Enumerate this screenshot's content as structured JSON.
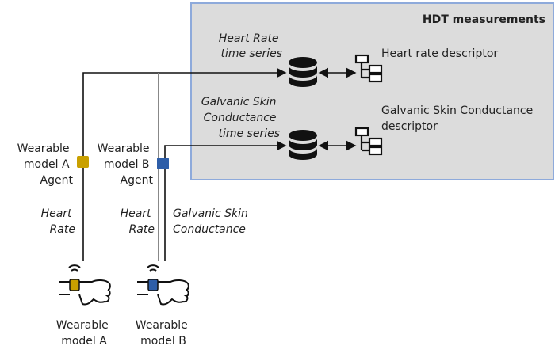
{
  "hdt_box": {
    "title": "HDT measurements"
  },
  "stores": [
    {
      "label_lines": [
        "Heart Rate",
        "time series"
      ],
      "descriptor_lines": [
        "Heart rate descriptor"
      ]
    },
    {
      "label_lines": [
        "Galvanic Skin",
        "Conductance",
        "time series"
      ],
      "descriptor_lines": [
        "Galvanic Skin  Conductance",
        "descriptor"
      ]
    }
  ],
  "agents": [
    {
      "label_lines": [
        "Wearable",
        "model A",
        "Agent"
      ],
      "color": "#c9a000"
    },
    {
      "label_lines": [
        "Wearable",
        "model B",
        "Agent"
      ],
      "color": "#2e5ea8"
    }
  ],
  "signals": {
    "a_hr": [
      "Heart",
      "Rate"
    ],
    "b_hr": [
      "Heart",
      "Rate"
    ],
    "b_gsc": [
      "Galvanic Skin",
      "Conductance"
    ]
  },
  "devices": [
    {
      "label_lines": [
        "Wearable",
        "model A"
      ],
      "color": "#c9a000"
    },
    {
      "label_lines": [
        "Wearable",
        "model B"
      ],
      "color": "#2e5ea8"
    }
  ],
  "colors": {
    "box_fill": "#dcdcdc",
    "box_border": "#8eaadb"
  }
}
